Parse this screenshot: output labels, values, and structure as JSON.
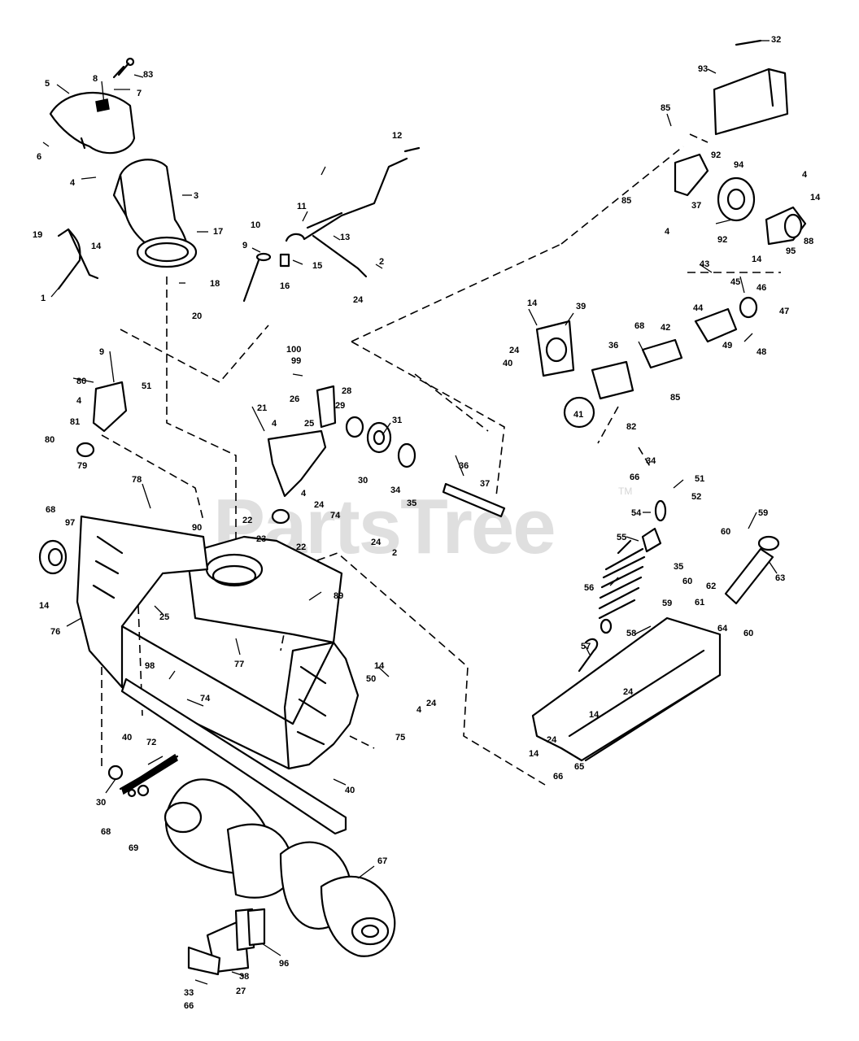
{
  "watermark": {
    "text": "PartsTree",
    "trademark": "TM"
  },
  "callouts": {
    "c_83": "83",
    "c_8": "8",
    "c_7": "7",
    "c_5": "5",
    "c_6": "6",
    "c_4a": "4",
    "c_3": "3",
    "c_2": "2",
    "c_17": "17",
    "c_19": "19",
    "c_14a": "14",
    "c_1": "1",
    "c_18": "18",
    "c_20": "20",
    "c_12": "12",
    "c_11": "11",
    "c_10": "10",
    "c_9a": "9",
    "c_13": "13",
    "c_15": "15",
    "c_16": "16",
    "c_24a": "24",
    "c_32": "32",
    "c_93": "93",
    "c_85a": "85",
    "c_92a": "92",
    "c_94": "94",
    "c_4b": "4",
    "c_14b": "14",
    "c_37a": "37",
    "c_85b": "85",
    "c_4c": "4",
    "c_92b": "92",
    "c_88": "88",
    "c_95": "95",
    "c_14c": "14",
    "c_43": "43",
    "c_45": "45",
    "c_46": "46",
    "c_47": "47",
    "c_44": "44",
    "c_49": "49",
    "c_48": "48",
    "c_68a": "68",
    "c_42": "42",
    "c_14d": "14",
    "c_39": "39",
    "c_24b": "24",
    "c_36a": "36",
    "c_40a": "40",
    "c_41": "41",
    "c_85c": "85",
    "c_82": "82",
    "c_9b": "9",
    "c_80a": "80",
    "c_51a": "51",
    "c_4d": "4",
    "c_81": "81",
    "c_80b": "80",
    "c_79": "79",
    "c_100": "100",
    "c_99": "99",
    "c_26": "26",
    "c_28": "28",
    "c_29": "29",
    "c_21": "21",
    "c_4e": "4",
    "c_25a": "25",
    "c_31": "31",
    "c_30a": "30",
    "c_34a": "34",
    "c_35a": "35",
    "c_36b": "36",
    "c_37b": "37",
    "c_4f": "4",
    "c_24c": "24",
    "c_74a": "74",
    "c_22a": "22",
    "c_23": "23",
    "c_22b": "22",
    "c_78": "78",
    "c_68b": "68",
    "c_97": "97",
    "c_90": "90",
    "c_24d": "24",
    "c_2b": "2",
    "c_89": "89",
    "c_14e": "14",
    "c_76": "76",
    "c_25b": "25",
    "c_77": "77",
    "c_14f": "14",
    "c_50": "50",
    "c_24e": "24",
    "c_4g": "4",
    "c_75": "75",
    "c_98": "98",
    "c_74b": "74",
    "c_40b": "40",
    "c_72": "72",
    "c_40c": "40",
    "c_30b": "30",
    "c_68c": "68",
    "c_69": "69",
    "c_67": "67",
    "c_96": "96",
    "c_38": "38",
    "c_27": "27",
    "c_33": "33",
    "c_66a": "66",
    "c_34b": "34",
    "c_66b": "66",
    "c_51b": "51",
    "c_52": "52",
    "c_54": "54",
    "c_55": "55",
    "c_35b": "35",
    "c_59": "59",
    "c_60a": "60",
    "c_63": "63",
    "c_56": "56",
    "c_60b": "60",
    "c_61": "61",
    "c_62": "62",
    "c_59b": "59",
    "c_64": "64",
    "c_60c": "60",
    "c_58": "58",
    "c_57": "57",
    "c_24f": "24",
    "c_14g": "14",
    "c_24g": "24",
    "c_14h": "14",
    "c_65": "65",
    "c_66c": "66"
  }
}
